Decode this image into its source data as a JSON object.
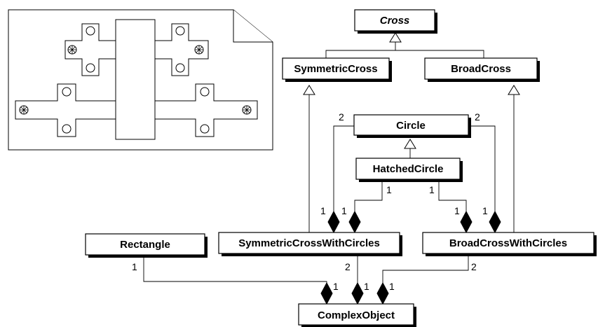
{
  "classes": {
    "cross": "Cross",
    "symmetric_cross": "SymmetricCross",
    "broad_cross": "BroadCross",
    "circle": "Circle",
    "hatched_circle": "HatchedCircle",
    "rectangle": "Rectangle",
    "symmetric_cross_with_circles": "SymmetricCrossWithCircles",
    "broad_cross_with_circles": "BroadCrossWithCircles",
    "complex_object": "ComplexObject"
  },
  "multiplicities": {
    "circle_to_symmetric": "2",
    "circle_to_broad": "2",
    "hatched_to_symmetric_source": "1",
    "hatched_to_broad_source": "1",
    "symmetric_target_circle": "1",
    "symmetric_target_hatched": "1",
    "broad_target_hatched": "1",
    "broad_target_circle": "1",
    "rectangle_source": "1",
    "symmetric_to_complex_source": "2",
    "broad_to_complex_source": "2",
    "complex_target_rectangle": "1",
    "complex_target_symmetric": "1",
    "complex_target_broad": "1"
  }
}
